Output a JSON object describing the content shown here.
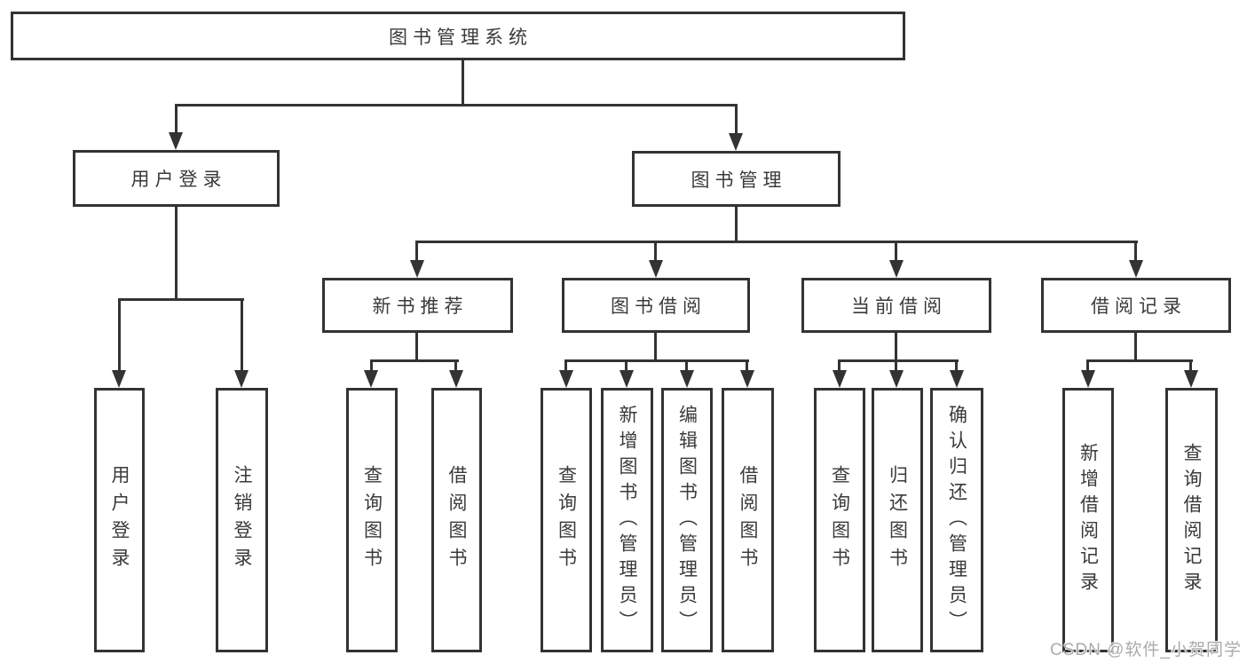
{
  "title": "图书管理系统",
  "tree": {
    "label": "图书管理系统",
    "children": [
      {
        "label": "用户登录",
        "children": [
          {
            "label": "用户登录"
          },
          {
            "label": "注销登录"
          }
        ]
      },
      {
        "label": "图书管理",
        "children": [
          {
            "label": "新书推荐",
            "children": [
              {
                "label": "查询图书"
              },
              {
                "label": "借阅图书"
              }
            ]
          },
          {
            "label": "图书借阅",
            "children": [
              {
                "label": "查询图书"
              },
              {
                "label": "新增图书（管理员）"
              },
              {
                "label": "编辑图书（管理员）"
              },
              {
                "label": "借阅图书"
              }
            ]
          },
          {
            "label": "当前借阅",
            "children": [
              {
                "label": "查询图书"
              },
              {
                "label": "归还图书"
              },
              {
                "label": "确认归还（管理员）"
              }
            ]
          },
          {
            "label": "借阅记录",
            "children": [
              {
                "label": "新增借阅记录"
              },
              {
                "label": "查询借阅记录"
              }
            ]
          }
        ]
      }
    ]
  },
  "watermark": "CSDN @软件_小贺同学",
  "colors": {
    "line": "#333333",
    "text": "#3a3a3a",
    "background": "#ffffff",
    "watermark": "#ababab"
  }
}
